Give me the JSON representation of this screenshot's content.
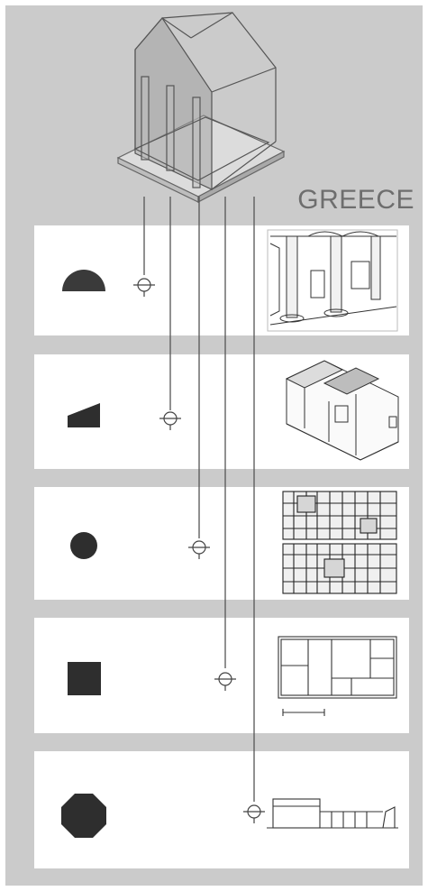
{
  "title": "GREECE",
  "colors": {
    "background": "#cbcbcb",
    "panel": "#ffffff",
    "symbol": "#3a3a3a",
    "line": "#555555",
    "title": "#6e6e6e"
  },
  "panels": [
    {
      "symbol": "half-circle-icon",
      "sketch": "courtyard-colonnade-sketch"
    },
    {
      "symbol": "wedge-icon",
      "sketch": "house-axonometric-sketch"
    },
    {
      "symbol": "circle-icon",
      "sketch": "city-grid-plan-sketch"
    },
    {
      "symbol": "square-icon",
      "sketch": "house-floor-plan-sketch"
    },
    {
      "symbol": "octagon-icon",
      "sketch": "section-elevation-sketch"
    }
  ]
}
